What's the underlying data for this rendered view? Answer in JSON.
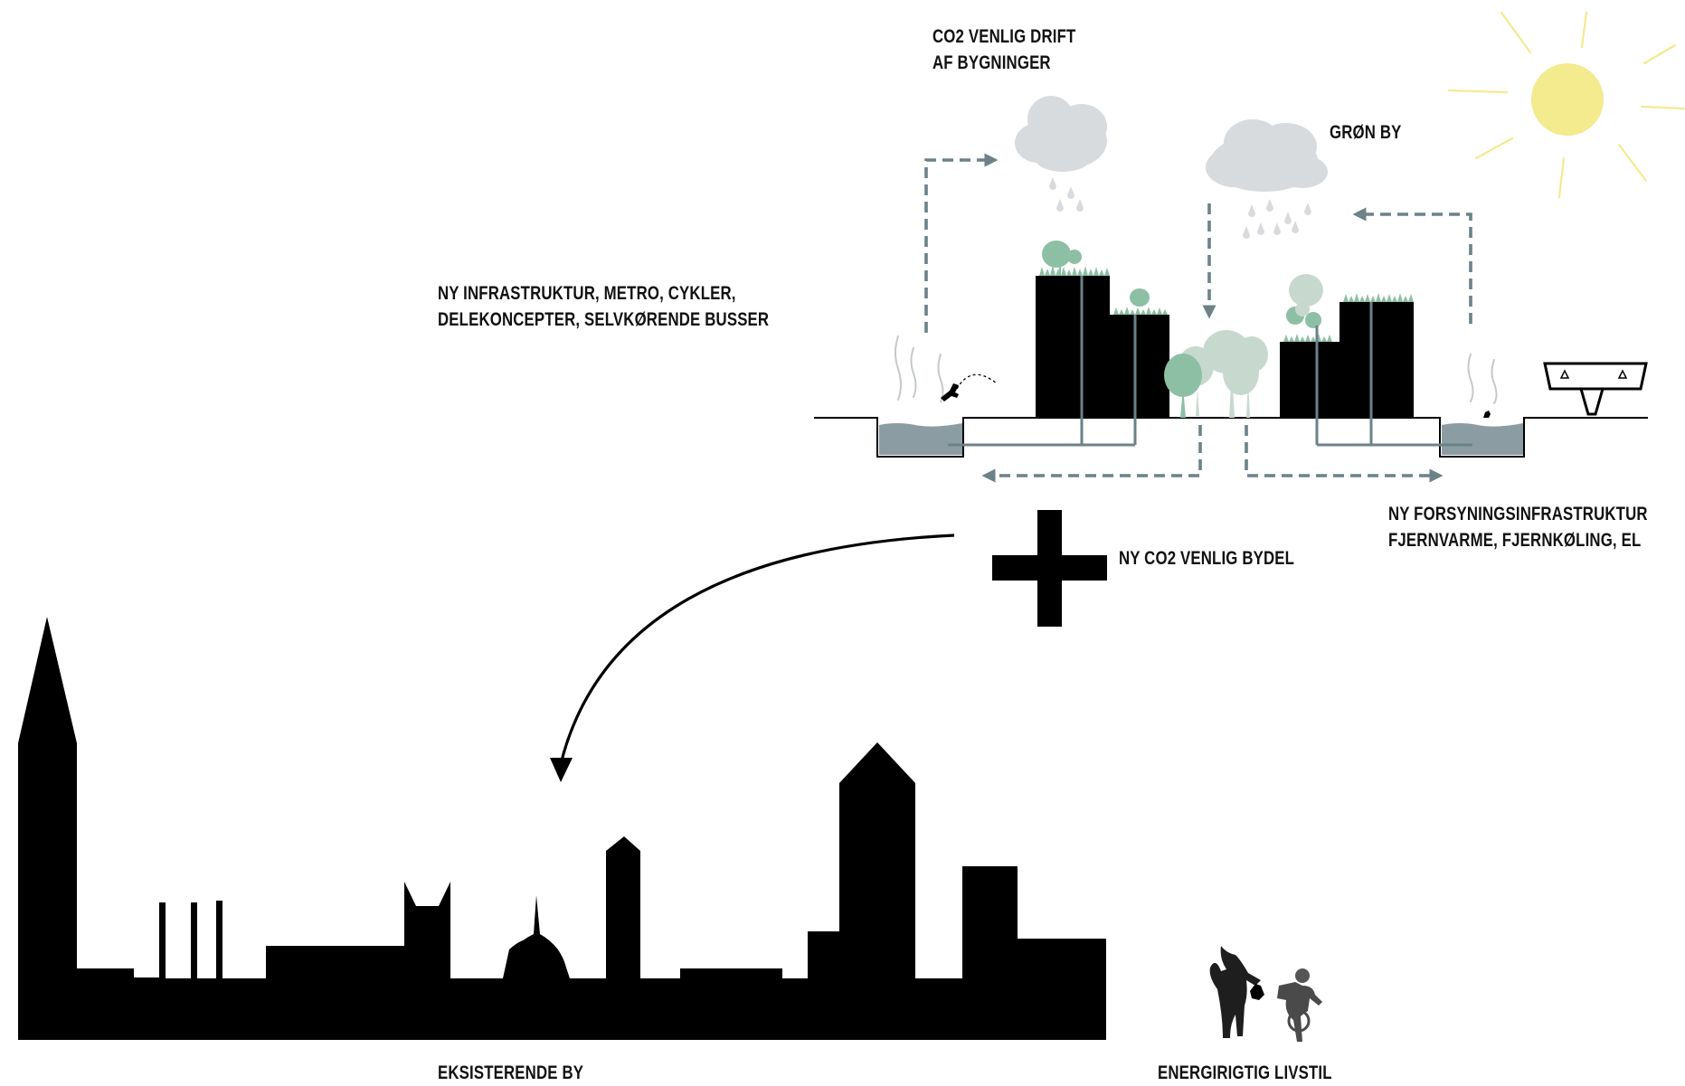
{
  "labels": {
    "co2_drift": [
      "CO2 VENLIG DRIFT",
      "AF BYGNINGER"
    ],
    "gron_by": "GRØN BY",
    "infrastruktur": [
      "NY INFRASTRUKTUR, METRO, CYKLER,",
      "DELEKONCEPTER, SELVKØRENDE BUSSER"
    ],
    "forsyning": [
      "NY FORSYNINGSINFRASTRUKTUR",
      "FJERNVARME, FJERNKØLING, EL"
    ],
    "bydel": "NY CO2 VENLIG BYDEL",
    "eksisterende": "EKSISTERENDE BY",
    "livstil": "ENERGIRIGTIG LIVSTIL"
  },
  "colors": {
    "ink": "#000000",
    "flow_arrow": "#6c8188",
    "water": "#8b9da2",
    "cloud": "#d8dbdd",
    "sun": "#f4ea8e",
    "tree_green": "#8dbfa4",
    "tree_light": "#c7d9cf"
  },
  "icons": [
    "sun-icon",
    "cloud-icon",
    "tree-icon",
    "plus-icon",
    "bridge-icon",
    "people-icon"
  ]
}
